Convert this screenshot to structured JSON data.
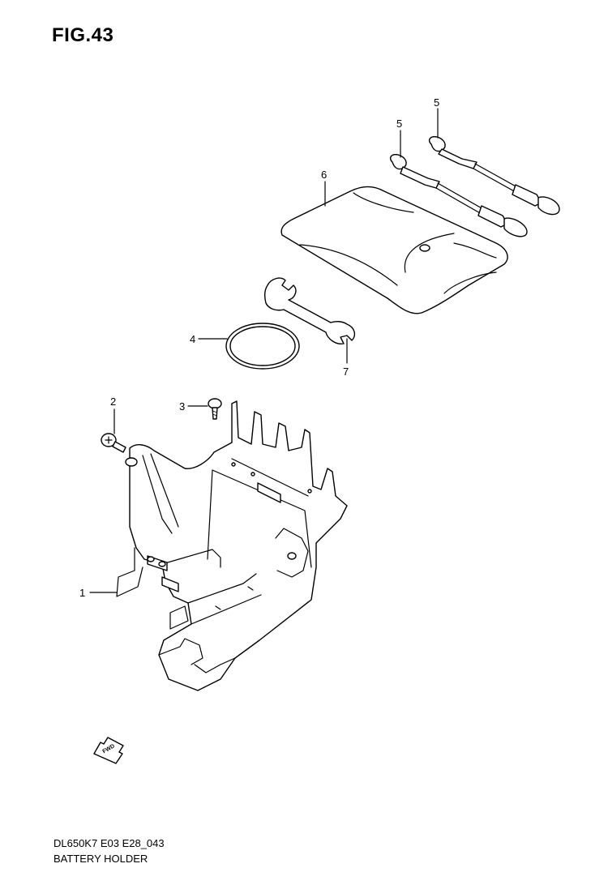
{
  "figure": {
    "title": "FIG.43",
    "model_code": "DL650K7 E03 E28_043",
    "name": "BATTERY HOLDER",
    "fwd_label": "FWD"
  },
  "callouts": [
    {
      "id": "callout-1",
      "number": "1"
    },
    {
      "id": "callout-2",
      "number": "2"
    },
    {
      "id": "callout-3",
      "number": "3"
    },
    {
      "id": "callout-4",
      "number": "4"
    },
    {
      "id": "callout-5a",
      "number": "5"
    },
    {
      "id": "callout-5b",
      "number": "5"
    },
    {
      "id": "callout-6",
      "number": "6"
    },
    {
      "id": "callout-7",
      "number": "7"
    }
  ]
}
